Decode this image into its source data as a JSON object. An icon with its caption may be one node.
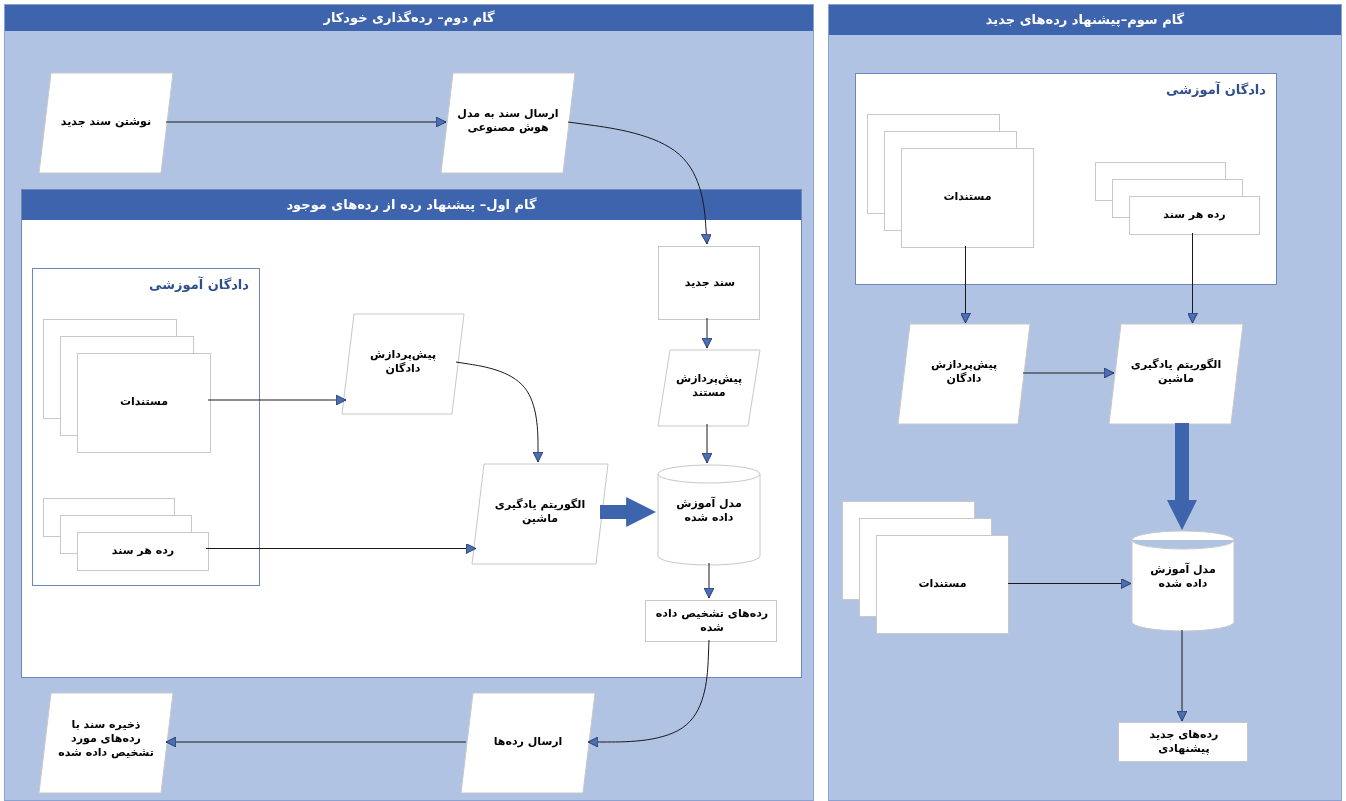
{
  "diagram": {
    "nodes": [
      {
        "text": [
          "گام دوم– رده‌گذاری خودکار"
        ]
      },
      {
        "text": [
          "نوشتن سند جدید"
        ],
        "in": 0
      },
      {
        "text": [
          "ارسال سند به مدل هوش مصنوعی"
        ],
        "in": 0
      },
      {
        "text": [
          "گام اول– پیشنهاد رده از رده‌های موجود"
        ],
        "in": 0
      },
      {
        "text": [
          "دادگان آموزشی"
        ],
        "in": 3
      },
      {
        "text": [
          "مستندات"
        ],
        "in": 4
      },
      {
        "text": [
          "رده هر سند"
        ],
        "in": 4
      },
      {
        "text": [
          "پیش‌پردازش دادگان"
        ],
        "in": 3
      },
      {
        "text": [
          "سند جدید"
        ],
        "in": 3
      },
      {
        "text": [
          "پیش‌پردازش مستند"
        ],
        "in": 3
      },
      {
        "text": [
          "الگوریتم یادگیری ماشین"
        ],
        "in": 3
      },
      {
        "text": [
          "مدل آموزش داده شده"
        ],
        "in": 3
      },
      {
        "text": [
          "رده‌های تشخیص داده شده"
        ],
        "in": 3
      },
      {
        "text": [
          "ذخیره سند با رده‌های مورد تشخیص داده شده"
        ],
        "in": 0
      },
      {
        "text": [
          "ارسال رده‌ها"
        ],
        "in": 0
      },
      {
        "text": [
          "گام سوم–پیشنهاد رده‌های جدید"
        ]
      },
      {
        "text": [
          "دادگان آموزشی"
        ],
        "in": 15
      },
      {
        "text": [
          "مستندات"
        ],
        "in": 16
      },
      {
        "text": [
          "رده هر سند"
        ],
        "in": 16
      },
      {
        "text": [
          "پیش‌پردازش دادگان"
        ],
        "in": 15
      },
      {
        "text": [
          "الگوریتم یادگیری ماشین"
        ],
        "in": 15
      },
      {
        "text": [
          "مستندات"
        ],
        "in": 15
      },
      {
        "text": [
          "مدل آموزش داده شده"
        ],
        "in": 15
      },
      {
        "text": [
          "رده‌های جدید پیشنهادی"
        ],
        "in": 15
      }
    ],
    "edges": [
      {
        "from": 1,
        "to": 2,
        "arrow": "to"
      },
      {
        "from": 2,
        "to": 8,
        "arrow": "to"
      },
      {
        "from": 5,
        "to": 7,
        "arrow": "to"
      },
      {
        "from": 6,
        "to": 10,
        "arrow": "to"
      },
      {
        "from": 7,
        "to": 10,
        "arrow": "to"
      },
      {
        "from": 8,
        "to": 9,
        "arrow": "to"
      },
      {
        "from": 9,
        "to": 11,
        "arrow": "to"
      },
      {
        "from": 10,
        "to": 11,
        "arrow": "to",
        "style": "thick",
        "color": "#3e64ad"
      },
      {
        "from": 11,
        "to": 12,
        "arrow": "to"
      },
      {
        "from": 12,
        "to": 14,
        "arrow": "to"
      },
      {
        "from": 14,
        "to": 13,
        "arrow": "to"
      },
      {
        "from": 17,
        "to": 19,
        "arrow": "to"
      },
      {
        "from": 18,
        "to": 20,
        "arrow": "to"
      },
      {
        "from": 19,
        "to": 20,
        "arrow": "to"
      },
      {
        "from": 20,
        "to": 22,
        "arrow": "to",
        "style": "thick",
        "color": "#3e64ad"
      },
      {
        "from": 21,
        "to": 22,
        "arrow": "to"
      },
      {
        "from": 22,
        "to": 23,
        "arrow": "to"
      }
    ]
  }
}
